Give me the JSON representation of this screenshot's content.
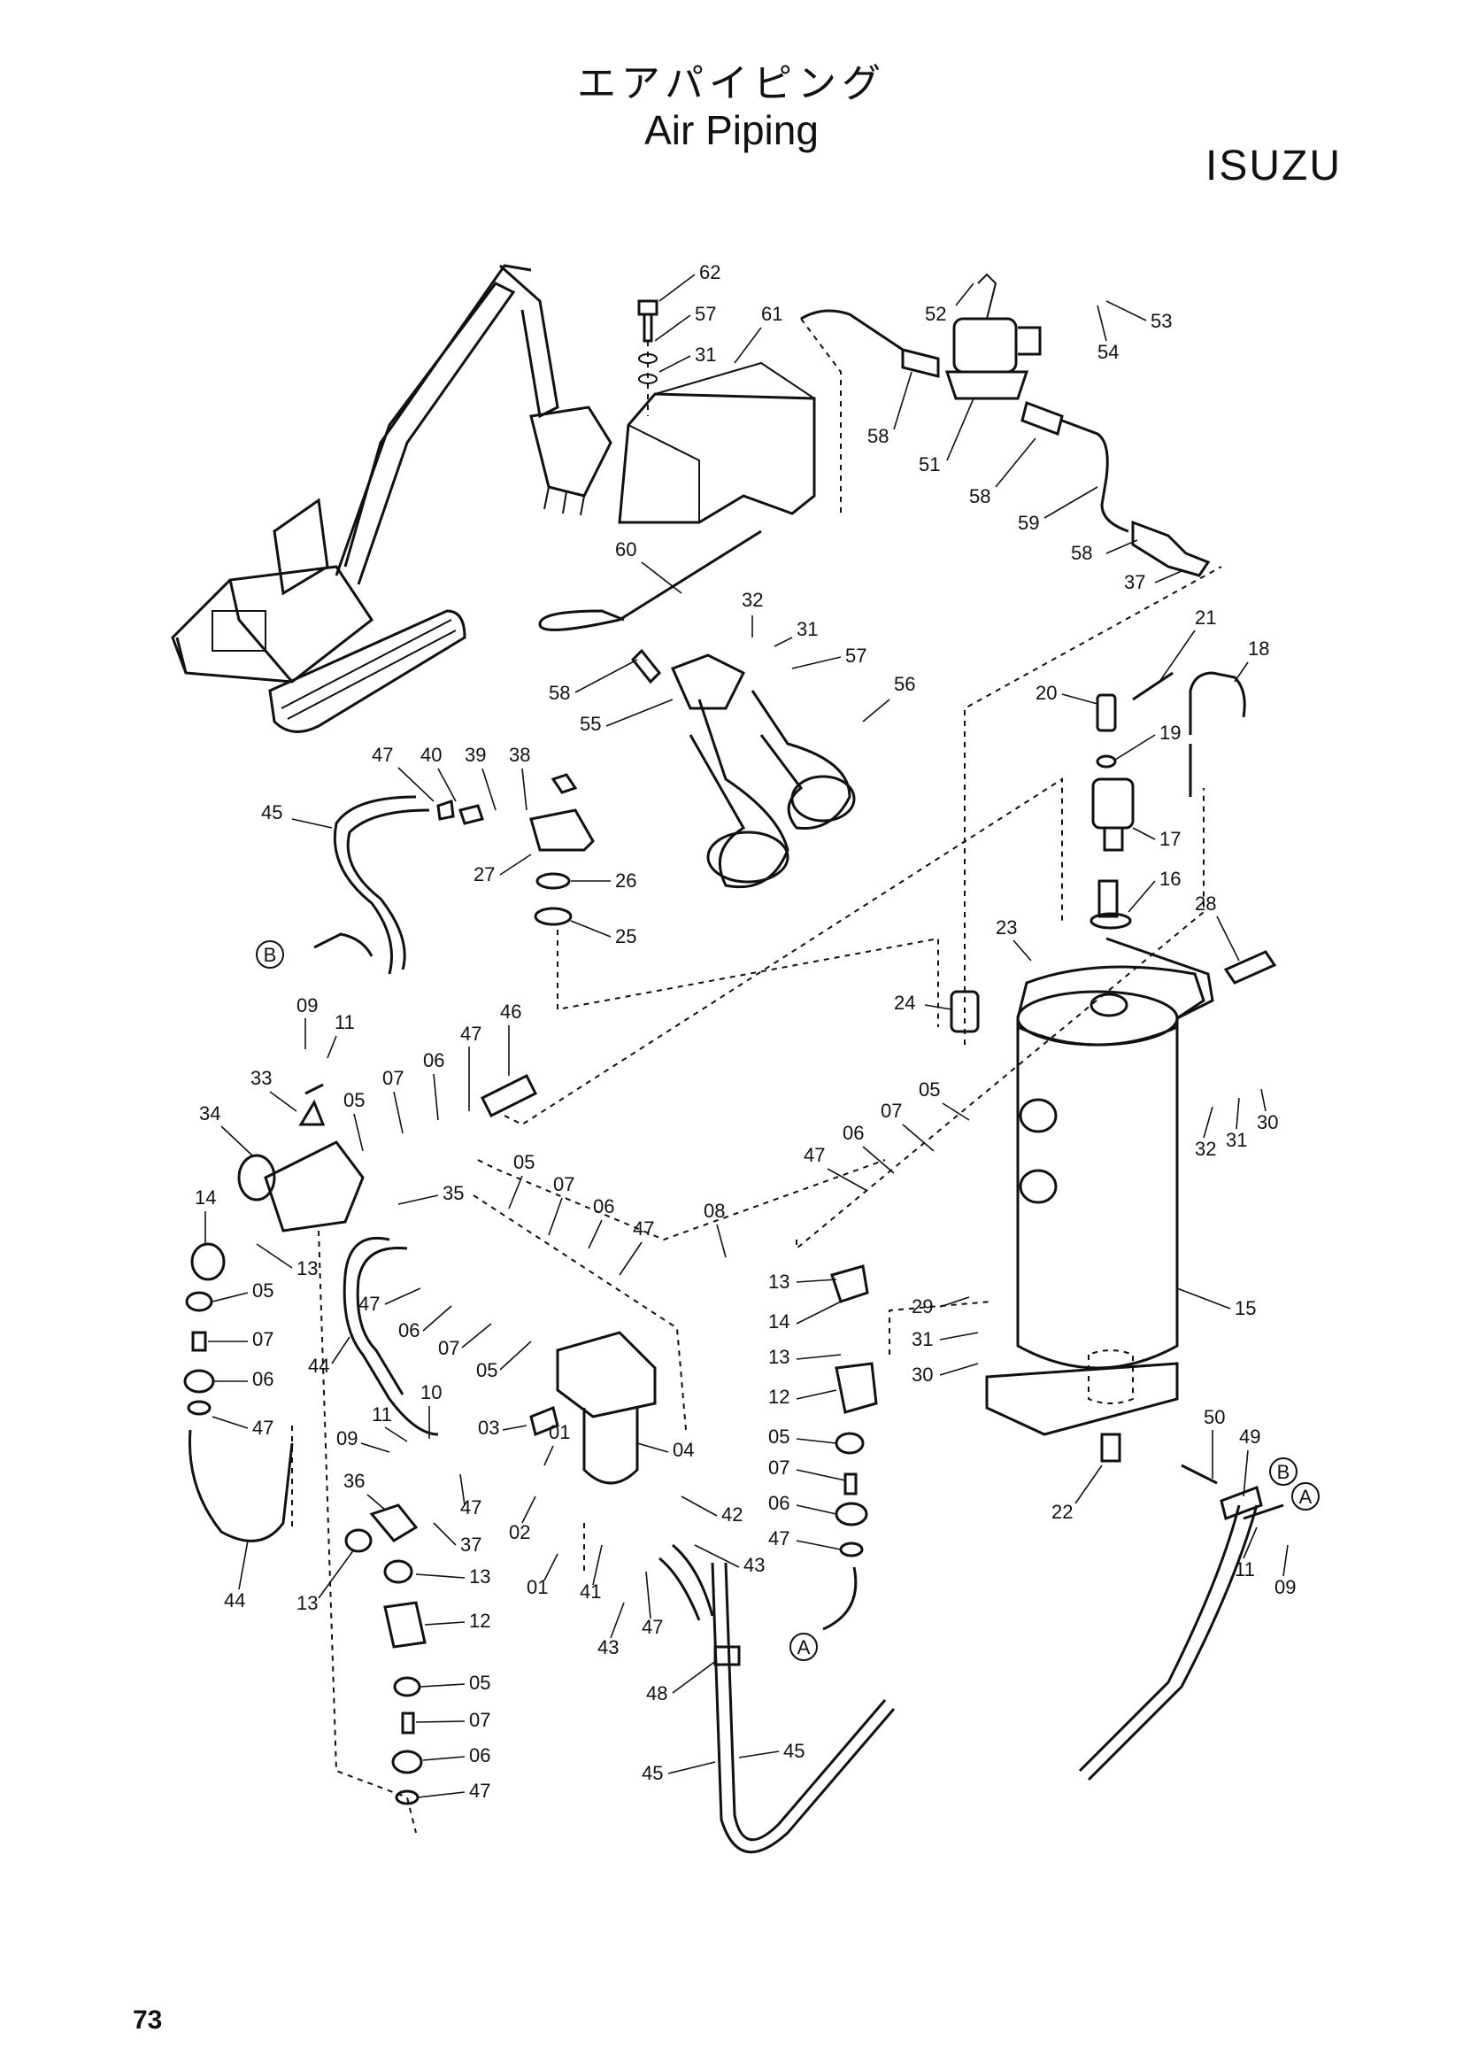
{
  "header": {
    "title_jp": "エアパイピング",
    "title_en": "Air Piping",
    "brand": "ISUZU"
  },
  "page_number": "73",
  "callouts": {
    "c62": "62",
    "c57a": "57",
    "c31a": "31",
    "c61": "61",
    "c52": "52",
    "c53": "53",
    "c54": "54",
    "c58a": "58",
    "c51": "51",
    "c58b": "58",
    "c59": "59",
    "c58c": "58",
    "c37a": "37",
    "c60": "60",
    "c32a": "32",
    "c31b": "31",
    "c57b": "57",
    "c58d": "58",
    "c55": "55",
    "c56": "56",
    "c21": "21",
    "c18": "18",
    "c20": "20",
    "c19": "19",
    "c17": "17",
    "c16": "16",
    "c28": "28",
    "c23": "23",
    "c24": "24",
    "c47a": "47",
    "c40": "40",
    "c39": "39",
    "c38": "38",
    "c45a": "45",
    "c27": "27",
    "c26": "26",
    "c25": "25",
    "c09a": "09",
    "c11a": "11",
    "c47b": "47",
    "c46": "46",
    "c33": "33",
    "c34": "34",
    "c05a": "05",
    "c07a": "07",
    "c06a": "06",
    "c35": "35",
    "c14a": "14",
    "c13a": "13",
    "c05b": "05",
    "c07b": "07",
    "c06b": "06",
    "c47c": "47",
    "c44a": "44",
    "c44b": "44",
    "c05c": "05",
    "c07c": "07",
    "c06c": "06",
    "c47d": "47",
    "c08": "08",
    "c47e": "47",
    "c06d": "06",
    "c07d": "07",
    "c05d": "05",
    "c11b": "11",
    "c10": "10",
    "c09b": "09",
    "c03": "03",
    "c01a": "01",
    "c04": "04",
    "c36": "36",
    "c47f": "47",
    "c37b": "37",
    "c02": "02",
    "c01b": "01",
    "c42": "42",
    "c43a": "43",
    "c41": "41",
    "c43b": "43",
    "c47g": "47",
    "c13b": "13",
    "c13c": "13",
    "c12a": "12",
    "c05e": "05",
    "c07e": "07",
    "c06e": "06",
    "c47h": "47",
    "c07f": "07",
    "c06f": "06",
    "c47i": "47",
    "c05f": "05",
    "c32b": "32",
    "c31c": "31",
    "c30a": "30",
    "c13d": "13",
    "c14b": "14",
    "c13e": "13",
    "c12b": "12",
    "c05g": "05",
    "c07g": "07",
    "c06g": "06",
    "c47j": "47",
    "c29": "29",
    "c31d": "31",
    "c30b": "30",
    "c15": "15",
    "c22": "22",
    "c50": "50",
    "c49": "49",
    "c11c": "11",
    "c09c": "09",
    "c48": "48",
    "c45b": "45",
    "c45c": "45"
  },
  "connectors": {
    "A": "A",
    "B": "B"
  },
  "icons": [
    "excavator-illustration"
  ]
}
